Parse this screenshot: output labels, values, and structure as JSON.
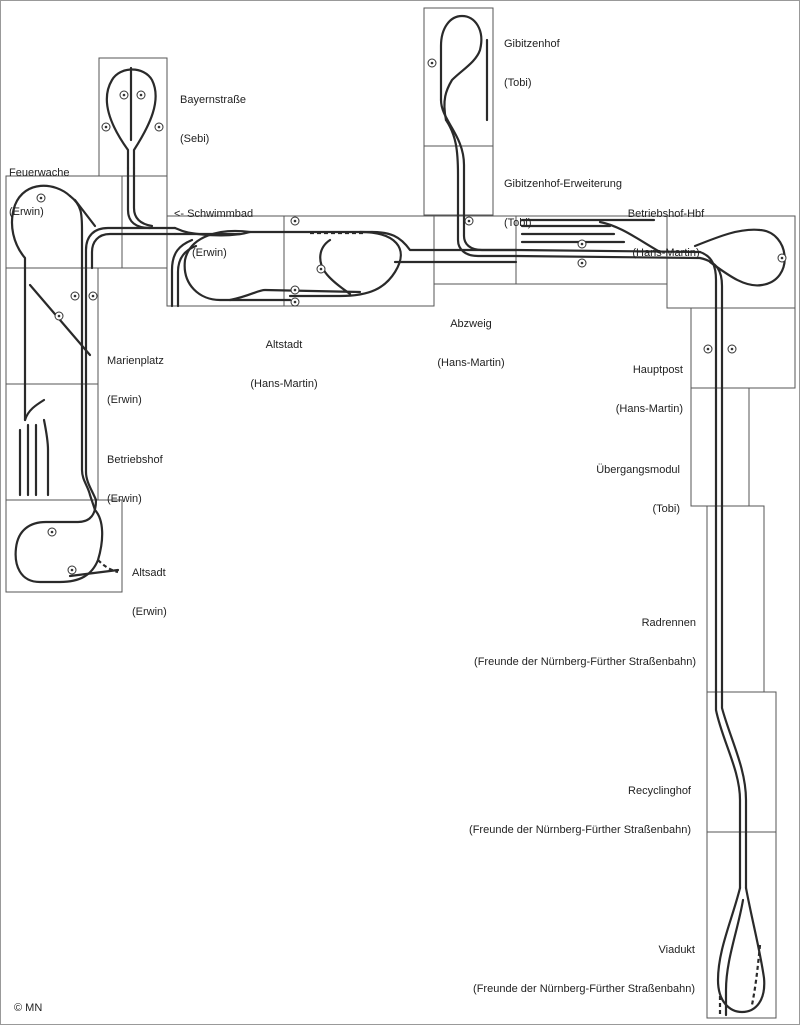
{
  "modules": [
    {
      "id": "feuerwache",
      "name": "Feuerwache",
      "owner": "(Erwin)"
    },
    {
      "id": "bayernstrasse",
      "name": "Bayernstraße",
      "owner": "(Sebi)"
    },
    {
      "id": "schwimmbad",
      "name": "<- Schwimmbad",
      "owner": "(Erwin)"
    },
    {
      "id": "altstadt-hm",
      "name": "Altstadt",
      "owner": "(Hans-Martin)"
    },
    {
      "id": "gibitzenhof",
      "name": "Gibitzenhof",
      "owner": "(Tobi)"
    },
    {
      "id": "gibitzenhof-erweiterung",
      "name": "Gibitzenhof-Erweiterung",
      "owner": "(Tobi)"
    },
    {
      "id": "abzweig",
      "name": "Abzweig",
      "owner": "(Hans-Martin)"
    },
    {
      "id": "betriebshof-hbf",
      "name": "Betriebshof-Hbf",
      "owner": "(Hans-Martin)"
    },
    {
      "id": "marienplatz",
      "name": "Marienplatz",
      "owner": "(Erwin)"
    },
    {
      "id": "betriebshof",
      "name": "Betriebshof",
      "owner": "(Erwin)"
    },
    {
      "id": "altsadt",
      "name": "Altsadt",
      "owner": "(Erwin)"
    },
    {
      "id": "hauptpost",
      "name": "Hauptpost",
      "owner": "(Hans-Martin)"
    },
    {
      "id": "uebergangsmodul",
      "name": "Übergangsmodul",
      "owner": "(Tobi)"
    },
    {
      "id": "radrennen",
      "name": "Radrennen",
      "owner": "(Freunde der Nürnberg-Fürther Straßenbahn)"
    },
    {
      "id": "recyclinghof",
      "name": "Recyclinghof",
      "owner": "(Freunde der Nürnberg-Fürther Straßenbahn)"
    },
    {
      "id": "viadukt",
      "name": "Viadukt",
      "owner": "(Freunde der Nürnberg-Fürther Straßenbahn)"
    }
  ],
  "copyright": "© MN"
}
